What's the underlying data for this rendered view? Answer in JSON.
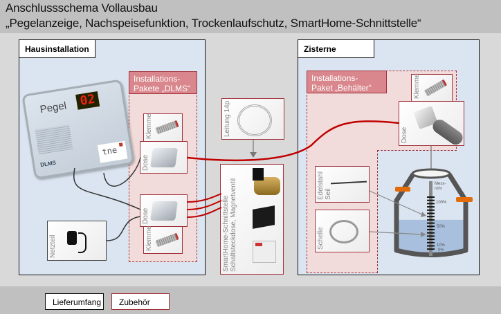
{
  "title": {
    "line1": "Anschlussschema Vollausbau",
    "line2": "„Pegelanzeige, Nachspeisefunktion, Trockenlaufschutz, SmartHome-Schnittstelle“"
  },
  "panels": {
    "house": {
      "label": "Hausinstallation"
    },
    "cistern": {
      "label": "Zisterne"
    }
  },
  "packages": {
    "dlms": {
      "header_line1": "Installations-",
      "header_line2": "Pakete „DLMS“"
    },
    "tank": {
      "header_line1": "Installations-",
      "header_line2": "Paket „Behälter“"
    }
  },
  "device": {
    "name": "Pegel",
    "display_value": "02",
    "brand": "tne",
    "model": "DLMS"
  },
  "items": {
    "klemme_top": "Klemme",
    "dose_top": "Dose",
    "dose_bottom": "Dose",
    "klemme_bottom": "Klemme",
    "netzteil": "Netzteil",
    "leitung": "Leitung 14p",
    "smarthome_line1": "SmartHome-Schnittstelle",
    "smarthome_line2": "Schaltsteckdose, Magnetventil",
    "klemme_tank": "Klemme",
    "dose_tank": "Dose",
    "edelstahl_line1": "Edelstahl",
    "edelstahl_line2": "Seil",
    "schelle": "Schelle"
  },
  "tank_gauge": {
    "label": "Mess-rohr",
    "marks": [
      "100%",
      "50%",
      "10%",
      "0%"
    ],
    "fill_level_percent": 65
  },
  "legend": {
    "scope": "Lieferumfang",
    "accessory": "Zubehör"
  },
  "colors": {
    "cable_red": "#c00000",
    "package_border": "#a0303a",
    "package_fill": "#f2dcdb",
    "panel_fill": "#dbe5f1",
    "orange": "#e36c0a"
  }
}
